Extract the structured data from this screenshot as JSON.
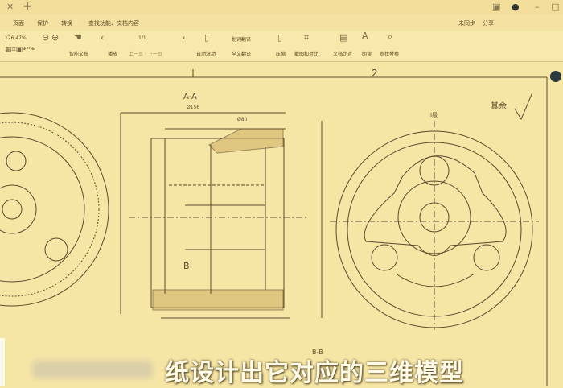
{
  "tabbar": {
    "close_icon": "close-icon",
    "add_icon": "plus-icon"
  },
  "menu": {
    "items": [
      "页面",
      "保护",
      "转换"
    ],
    "search_placeholder": "查找功能、文档内容",
    "right": [
      "未同步",
      "分享"
    ]
  },
  "toolbar": {
    "zoom": "126.47%",
    "page": "1/1",
    "row2": [
      "智能文档",
      "播放",
      "上一页 · 下一页",
      "自动滚动",
      "全文翻译",
      "压缩",
      "截图和对比",
      "文档比对",
      "朗读",
      "查找替换"
    ],
    "translate": "划词翻译"
  },
  "drawing": {
    "section_label": "A-A",
    "zone_number": "2",
    "view_label": "B",
    "section_b": "B-B",
    "roughness": "其余",
    "title_box": "Ⅰ级",
    "dim_top": "Ø156",
    "dim_sub": "Ø80"
  },
  "subtitle": "纸设计出它对应的三维模型"
}
